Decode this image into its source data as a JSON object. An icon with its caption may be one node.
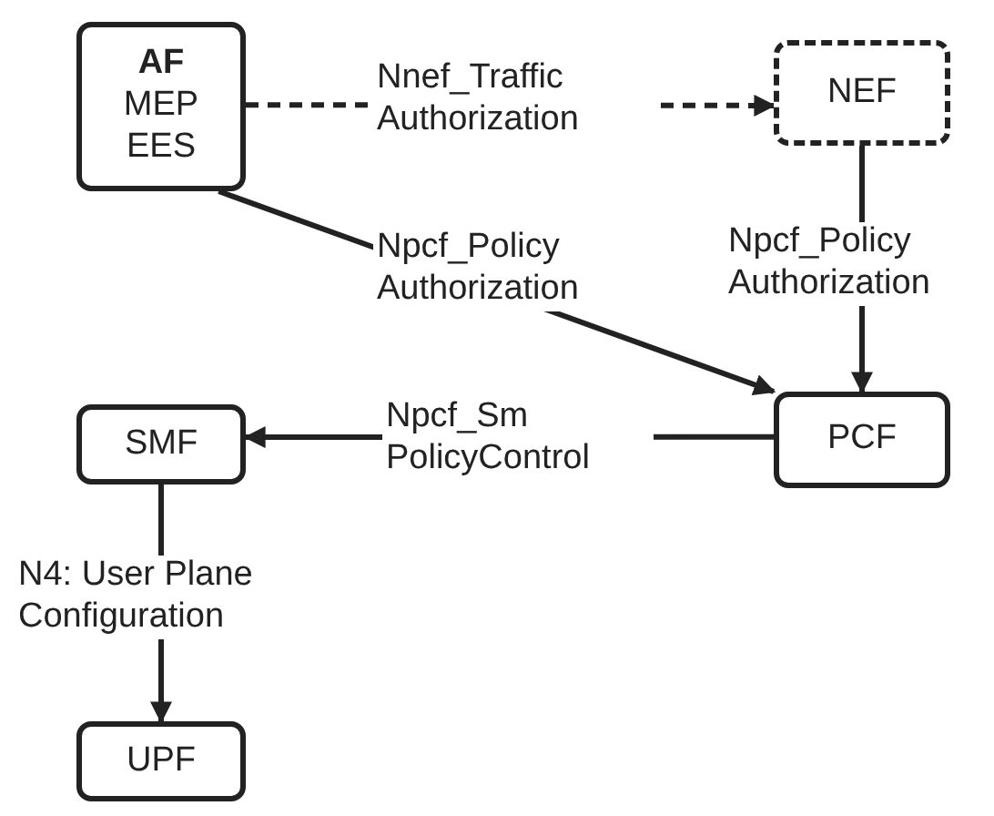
{
  "diagram": {
    "nodes": [
      {
        "text": [
          "AF",
          "MEP",
          "EES"
        ]
      },
      {
        "text": [
          "NEF"
        ]
      },
      {
        "text": [
          "PCF"
        ]
      },
      {
        "text": [
          "SMF"
        ]
      },
      {
        "text": [
          "UPF"
        ]
      }
    ],
    "edges": [
      {
        "from": 0,
        "to": 1,
        "arrow": "to",
        "style": "dashed",
        "label": "Nnef_Traffic Authorization"
      },
      {
        "from": 1,
        "to": 2,
        "arrow": "to",
        "label": "Npcf_Policy Authorization"
      },
      {
        "from": 0,
        "to": 2,
        "arrow": "to",
        "label": "Npcf_Policy Authorization"
      },
      {
        "from": 2,
        "to": 3,
        "arrow": "to",
        "label": "Npcf_Sm PolicyControl"
      },
      {
        "from": 3,
        "to": 4,
        "arrow": "to",
        "label": "N4: User Plane Configuration"
      }
    ]
  }
}
